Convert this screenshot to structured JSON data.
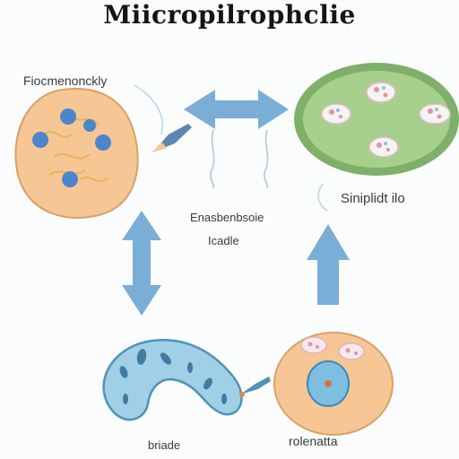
{
  "title": "Miicropilrophclie",
  "labels": {
    "top_left": "Fiocmenonckly",
    "center_line1": "Enasbenbsoie",
    "center_line2": "Icadle",
    "right": "Siniplidt ilo",
    "bottom_left": "briade",
    "bottom_right": "rolenatta"
  },
  "colors": {
    "arrow": "#7aaed6",
    "cell_fill": "#f6c794",
    "cell_outline": "#d9a06a",
    "nucleus": "#4b86cc",
    "green_cell": "#7fb069",
    "green_inner": "#a7d08c",
    "bacterium": "#9fd0e6",
    "bacterium_outline": "#4f93b8"
  },
  "icons": [
    "double-arrow-icon",
    "vertical-double-arrow-icon",
    "up-arrow-icon",
    "pencil-icon"
  ]
}
